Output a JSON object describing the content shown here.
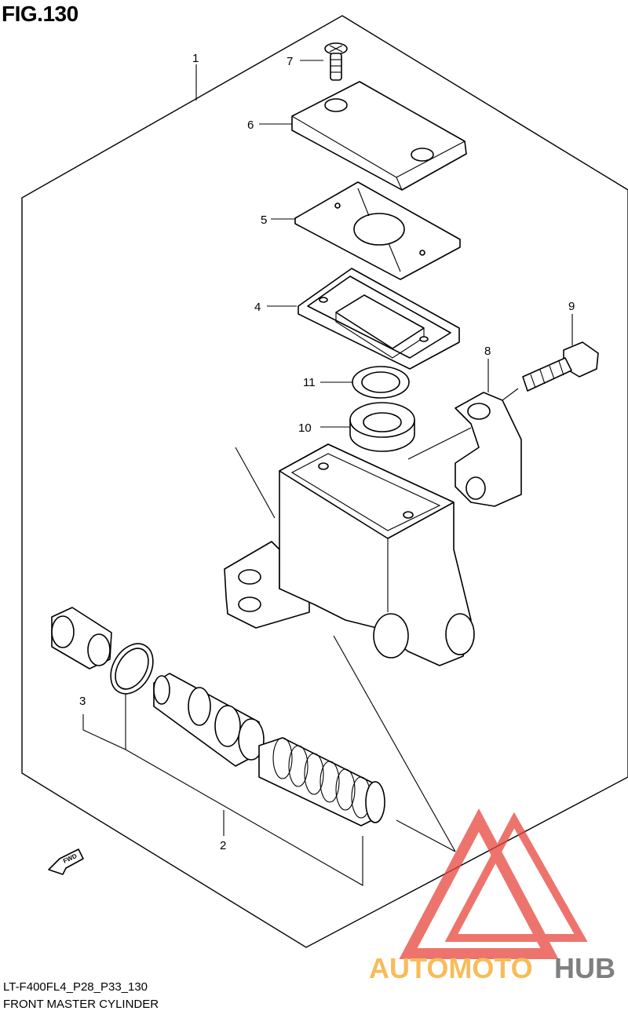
{
  "figure": {
    "title": "FIG.130",
    "code": "LT-F400FL4_P28_P33_130",
    "name": "FRONT MASTER CYLINDER"
  },
  "callouts": [
    "1",
    "2",
    "3",
    "4",
    "5",
    "6",
    "7",
    "8",
    "9",
    "10",
    "11"
  ],
  "direction_badge": "FWD",
  "watermark": {
    "part_a": "AUTOMOTO",
    "part_b": "HUB",
    "color_a": "#f5a623",
    "color_b": "#555555",
    "triangle_color": "#e8463c"
  }
}
